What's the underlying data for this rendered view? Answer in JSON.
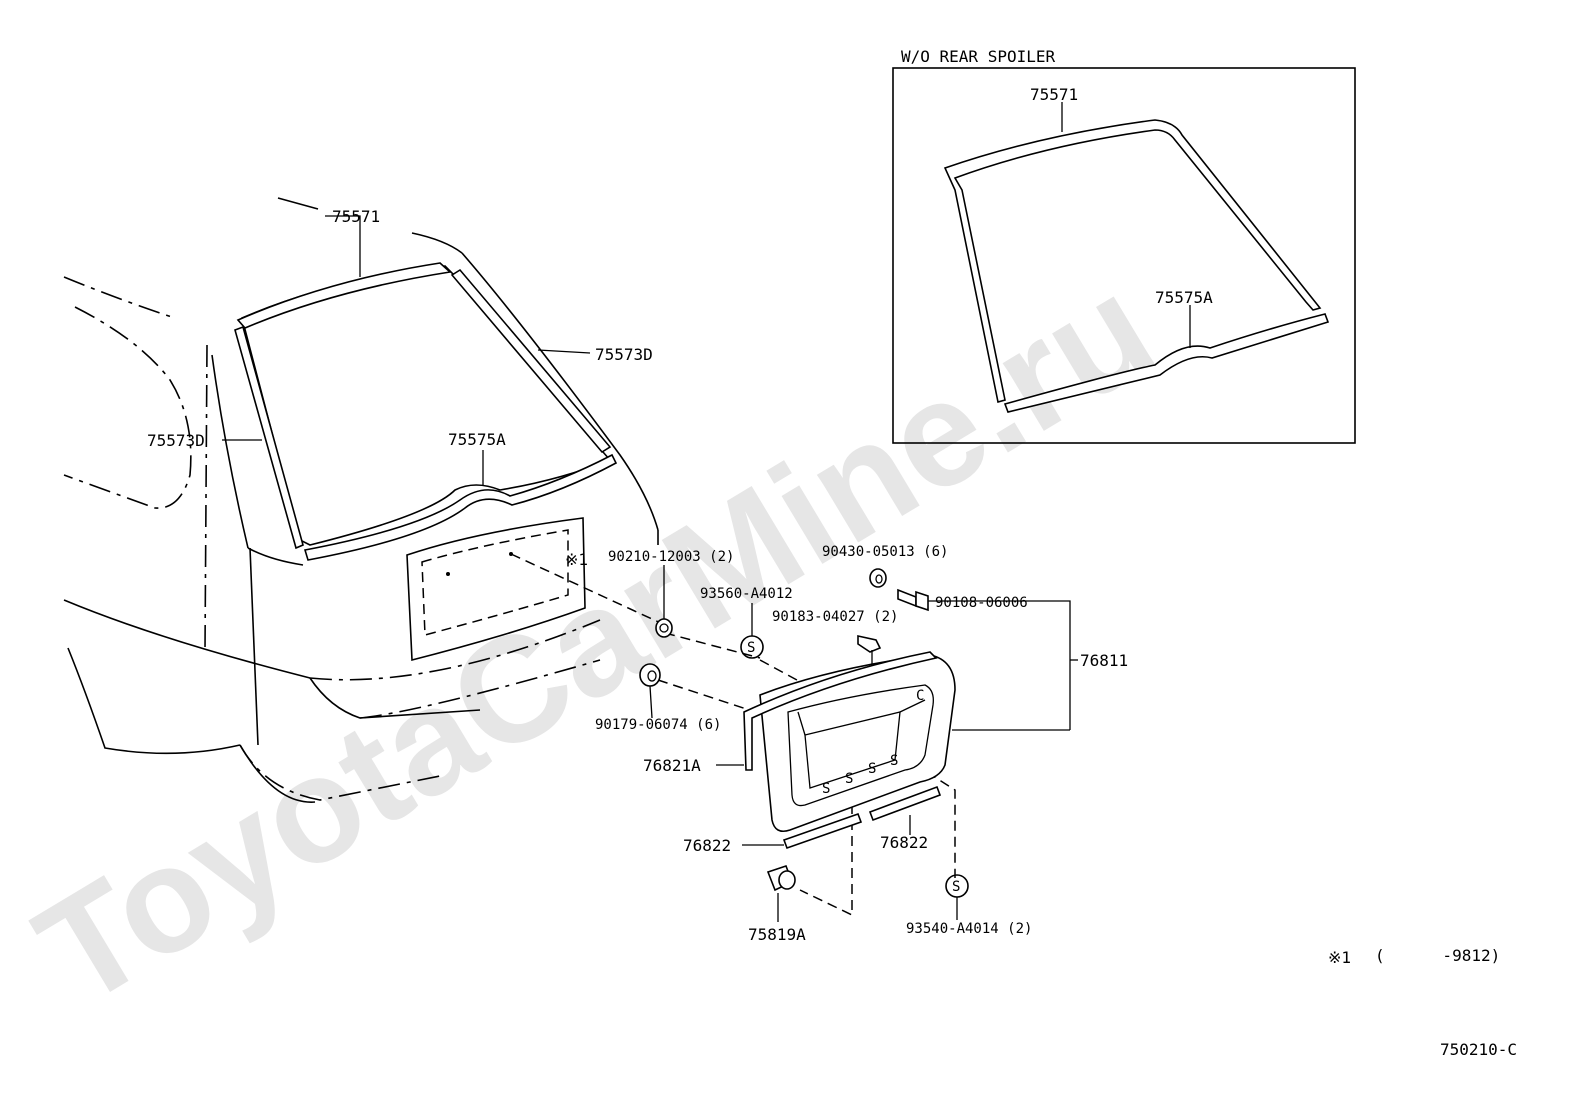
{
  "watermark": "ToyotaCarMine.ru",
  "inset": {
    "title": "W/O REAR SPOILER",
    "label_top": "75571",
    "label_bottom": "75575A"
  },
  "parts": {
    "p75571": "75571",
    "p75573D_right": "75573D",
    "p75573D_left": "75573D",
    "p75575A": "75575A",
    "note_mark": "※1",
    "p90210": "90210-12003 (2)",
    "p93560": "93560-A4012",
    "p90430": "90430-05013 (6)",
    "p90183": "90183-04027 (2)",
    "p90108": "90108-06006",
    "p76811": "76811",
    "p90179": "90179-06074 (6)",
    "p76821A": "76821A",
    "p76822_left": "76822",
    "p76822_right": "76822",
    "p75819A": "75819A",
    "p93540": "93540-A4014 (2)"
  },
  "symbols": {
    "s": "S",
    "c": "C"
  },
  "footnote": {
    "mark": "※1",
    "range": "(      -9812)"
  },
  "diagram_code": "750210-C"
}
